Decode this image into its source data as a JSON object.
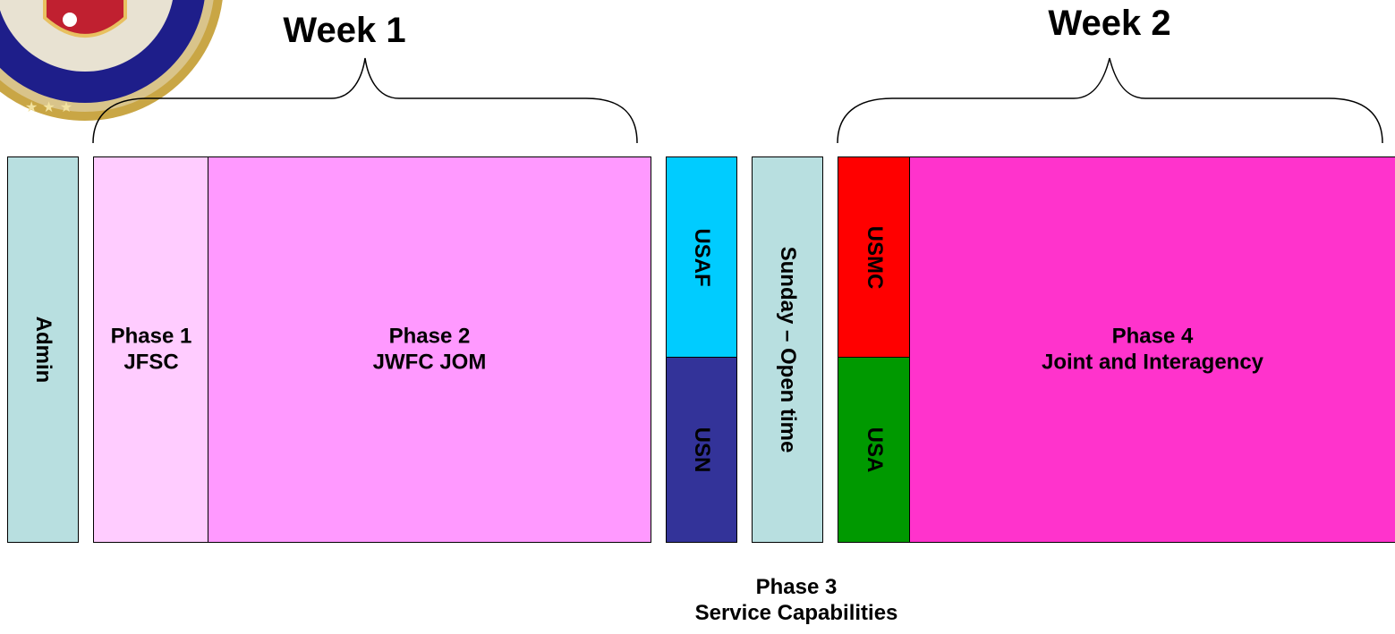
{
  "colors": {
    "admin": "#b8dfe0",
    "phase1": "#ffccff",
    "phase2": "#ff99ff",
    "usaf": "#00ccff",
    "usn": "#333399",
    "sunday": "#b8dfe0",
    "usmc": "#ff0000",
    "usa": "#009900",
    "phase4": "#ff33cc",
    "seal_blue": "#1a1a80"
  },
  "weeks": [
    {
      "label": "Week 1"
    },
    {
      "label": "Week 2"
    }
  ],
  "blocks": {
    "admin": {
      "label": "Admin"
    },
    "phase1": {
      "line1": "Phase 1",
      "line2": "JFSC"
    },
    "phase2": {
      "line1": "Phase 2",
      "line2": "JWFC JOM"
    },
    "usaf": {
      "label": "USAF"
    },
    "usn": {
      "label": "USN"
    },
    "sunday": {
      "label": "Sunday – Open time"
    },
    "usmc": {
      "label": "USMC"
    },
    "usa": {
      "label": "USA"
    },
    "phase4": {
      "line1": "Phase 4",
      "line2": "Joint and Interagency"
    }
  },
  "phase3": {
    "line1": "Phase 3",
    "line2": "Service Capabilities"
  },
  "logo": {
    "icon": "seal-icon"
  }
}
